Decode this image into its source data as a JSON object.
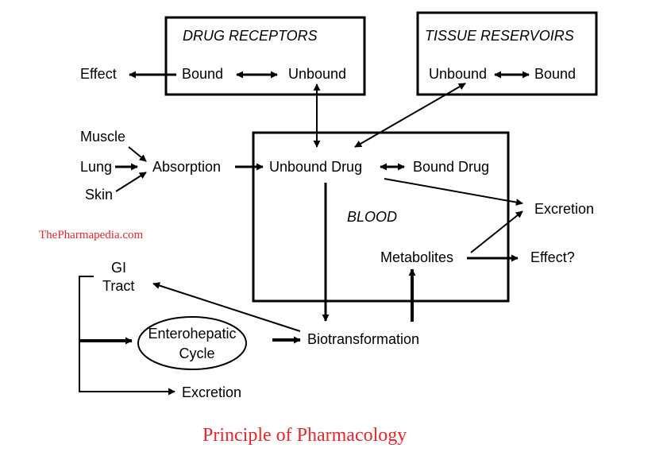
{
  "diagram": {
    "title": "Principle of Pharmacology",
    "watermark": "ThePharmapedia.com",
    "colors": {
      "line": "#000000",
      "accent_red": "#e0282e"
    },
    "drug_receptors": {
      "heading": "DRUG RECEPTORS",
      "bound": "Bound",
      "unbound": "Unbound"
    },
    "tissue_reservoirs": {
      "heading": "TISSUE RESERVOIRS",
      "unbound": "Unbound",
      "bound": "Bound"
    },
    "blood": {
      "heading": "BLOOD",
      "unbound_drug": "Unbound Drug",
      "bound_drug": "Bound Drug",
      "metabolites": "Metabolites"
    },
    "sources": {
      "muscle": "Muscle",
      "lung": "Lung",
      "skin": "Skin",
      "absorption": "Absorption"
    },
    "outputs": {
      "effect": "Effect",
      "excretion_right": "Excretion",
      "effect_question": "Effect?",
      "biotransformation": "Biotransformation",
      "gi_line1": "GI",
      "gi_line2": "Tract",
      "enterohepatic_line1": "Enterohepatic",
      "enterohepatic_line2": "Cycle",
      "excretion_bottom": "Excretion"
    }
  }
}
